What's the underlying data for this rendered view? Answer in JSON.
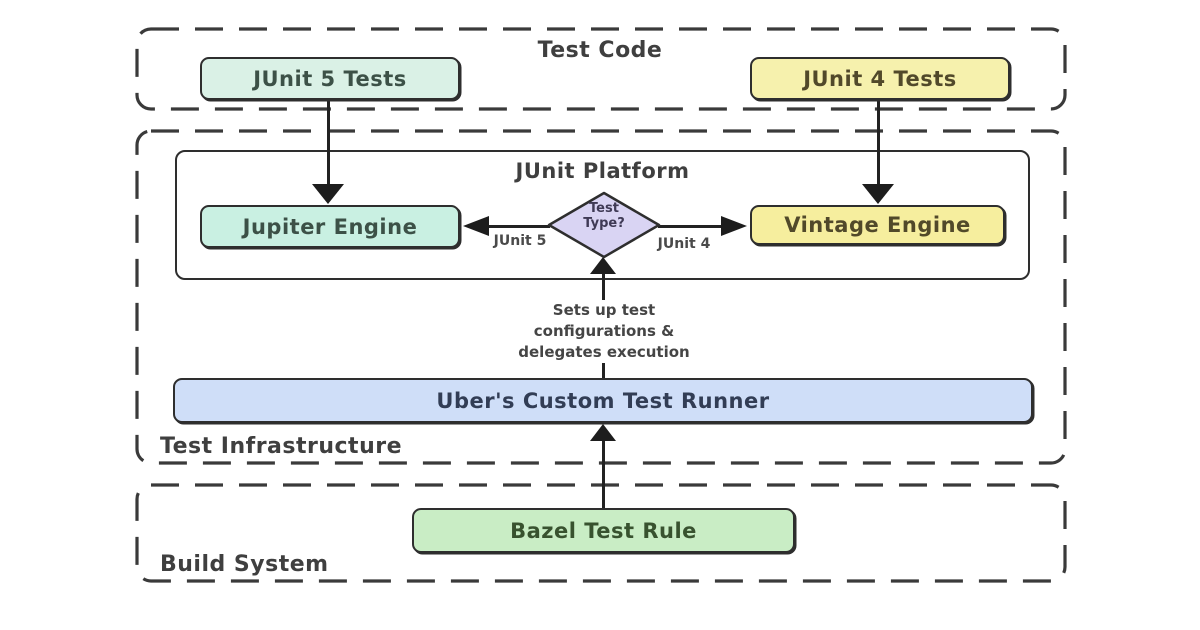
{
  "canvas": {
    "background": "#ffffff",
    "stroke_color": "#3a3a3a"
  },
  "groups": {
    "test_code": {
      "label": "Test Code"
    },
    "test_infrastructure": {
      "label": "Test Infrastructure"
    },
    "build_system": {
      "label": "Build System"
    }
  },
  "platform": {
    "label": "JUnit Platform"
  },
  "nodes": {
    "junit5_tests": {
      "label": "JUnit 5 Tests",
      "fill": "#daf1e6",
      "text_color": "#3c5147"
    },
    "junit4_tests": {
      "label": "JUnit 4 Tests",
      "fill": "#f6f1ad",
      "text_color": "#51492a"
    },
    "jupiter_engine": {
      "label": "Jupiter Engine",
      "fill": "#c9f0e2",
      "text_color": "#3c5147"
    },
    "vintage_engine": {
      "label": "Vintage Engine",
      "fill": "#f6ee9e",
      "text_color": "#51492a"
    },
    "decision": {
      "label": "Test\nType?",
      "fill": "#d9d4f3",
      "text_color": "#3f3a55"
    },
    "uber_runner": {
      "label": "Uber's Custom Test Runner",
      "fill": "#cfdef8",
      "text_color": "#323d55"
    },
    "bazel_rule": {
      "label": "Bazel Test Rule",
      "fill": "#c9edc5",
      "text_color": "#38522f"
    }
  },
  "edges": {
    "junit5_branch_label": "JUnit 5",
    "junit4_branch_label": "JUnit 4",
    "runner_annotation": "Sets up test\nconfigurations &\ndelegates execution"
  }
}
